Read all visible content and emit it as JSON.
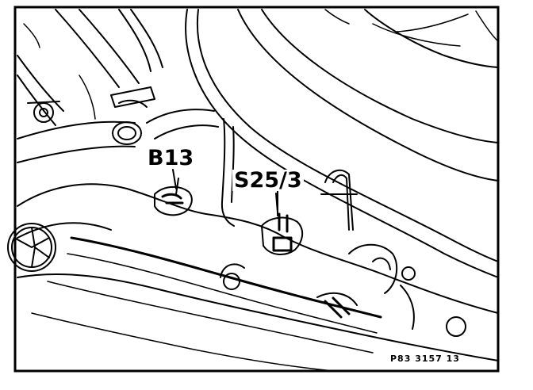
{
  "labels": {
    "b13": "B13",
    "s25_3": "S25/3",
    "figure_number": "P83  3157  13"
  },
  "colors": {
    "ink": "#000000",
    "paper": "#ffffff"
  }
}
